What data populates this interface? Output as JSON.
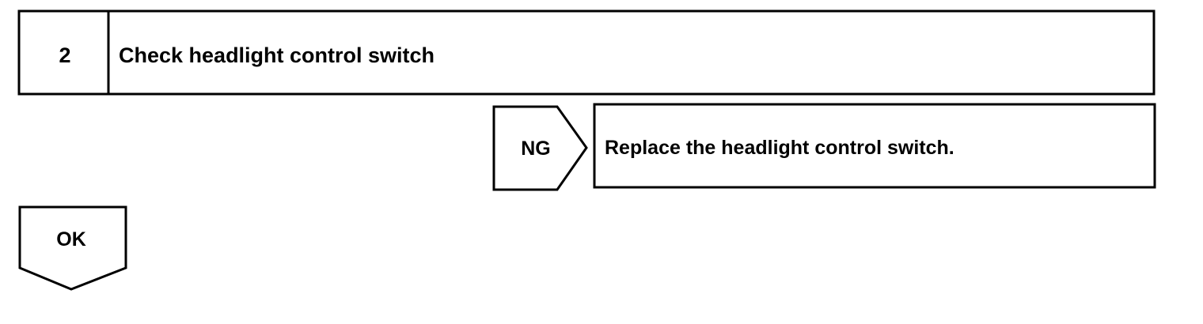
{
  "step": {
    "number": "2",
    "title": "Check headlight control switch"
  },
  "ng_branch": {
    "label": "NG",
    "action": "Replace the headlight control switch."
  },
  "ok_branch": {
    "label": "OK"
  },
  "colors": {
    "stroke": "#000000",
    "background": "#ffffff"
  }
}
